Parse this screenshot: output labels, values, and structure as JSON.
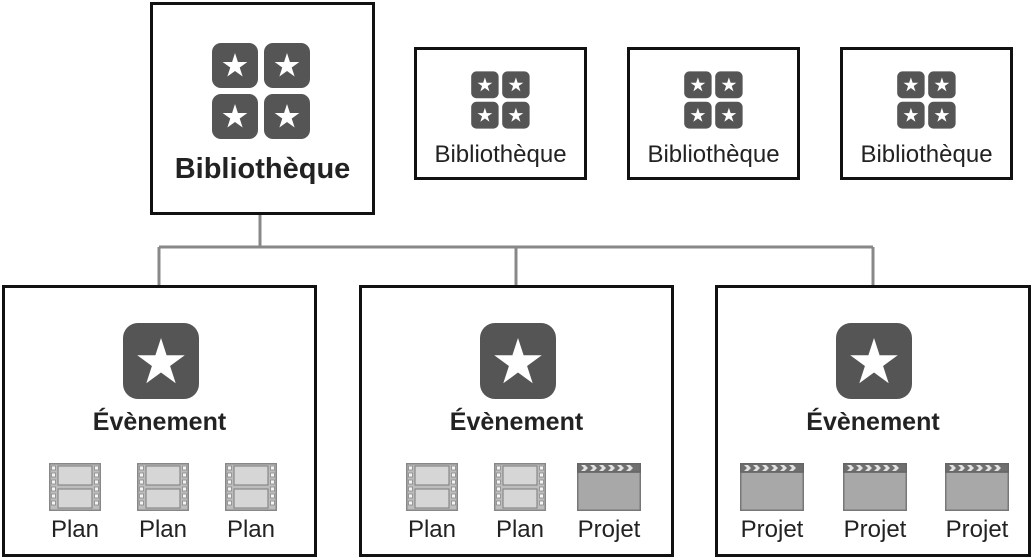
{
  "library_main": {
    "label": "Bibliothèque"
  },
  "libraries_other": [
    {
      "label": "Bibliothèque"
    },
    {
      "label": "Bibliothèque"
    },
    {
      "label": "Bibliothèque"
    }
  ],
  "events": [
    {
      "label": "Évènement",
      "items": [
        {
          "type": "clip",
          "label": "Plan"
        },
        {
          "type": "clip",
          "label": "Plan"
        },
        {
          "type": "clip",
          "label": "Plan"
        }
      ]
    },
    {
      "label": "Évènement",
      "items": [
        {
          "type": "clip",
          "label": "Plan"
        },
        {
          "type": "clip",
          "label": "Plan"
        },
        {
          "type": "project",
          "label": "Projet"
        }
      ]
    },
    {
      "label": "Évènement",
      "items": [
        {
          "type": "project",
          "label": "Projet"
        },
        {
          "type": "project",
          "label": "Projet"
        },
        {
          "type": "project",
          "label": "Projet"
        }
      ]
    }
  ],
  "icons": {
    "library": "library-stars-icon",
    "event": "event-star-icon",
    "clip": "film-clip-icon",
    "project": "clapper-project-icon"
  },
  "colors": {
    "icon_dark": "#555555",
    "icon_light": "#bdbdbd",
    "connector": "#888888",
    "border": "#111111"
  }
}
